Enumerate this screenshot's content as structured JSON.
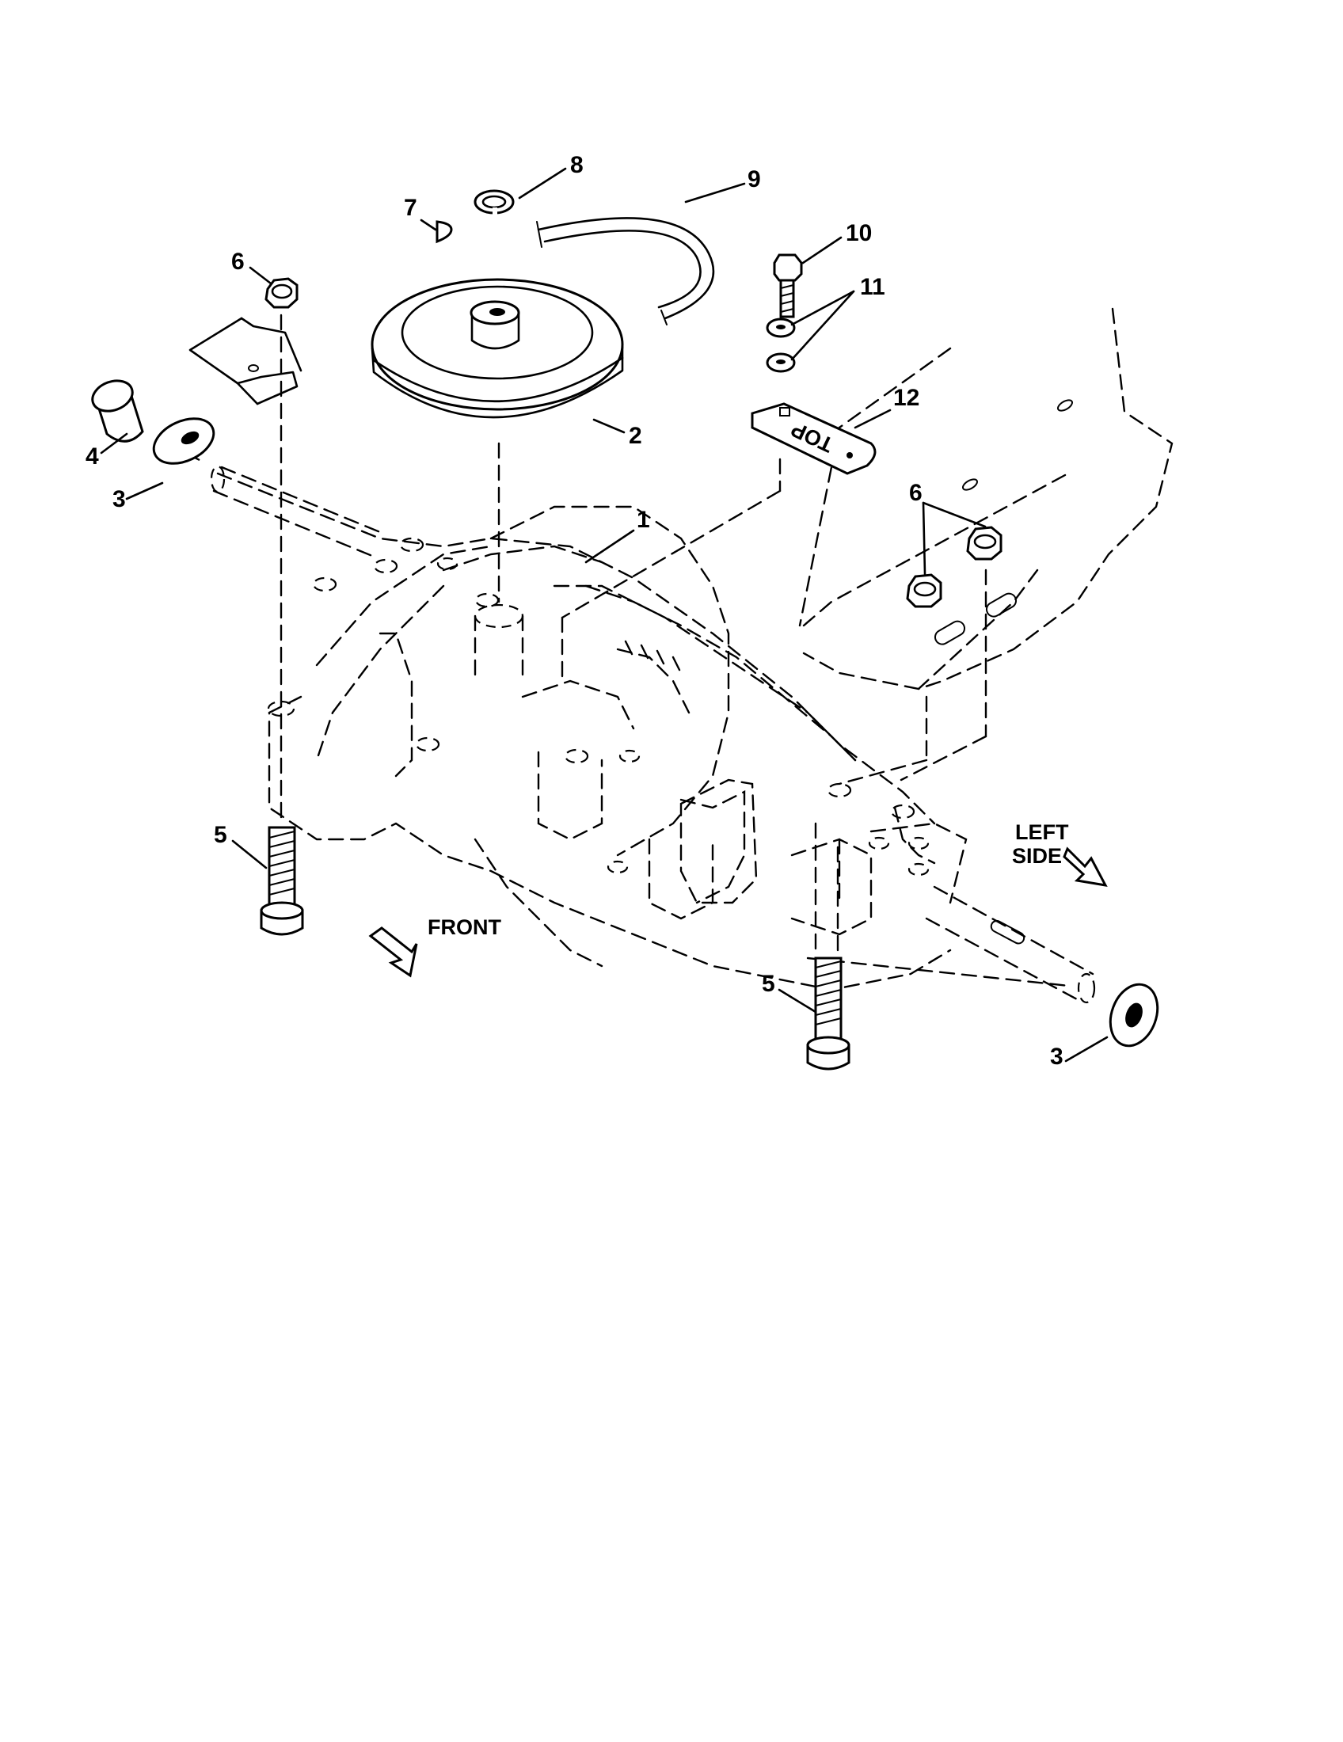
{
  "callouts": {
    "c1": "1",
    "c2": "2",
    "c3a": "3",
    "c3b": "3",
    "c4": "4",
    "c5a": "5",
    "c5b": "5",
    "c6a": "6",
    "c6b": "6",
    "c7": "7",
    "c8": "8",
    "c9": "9",
    "c10": "10",
    "c11": "11",
    "c12": "12"
  },
  "directions": {
    "front": "FRONT",
    "left_line1": "LEFT",
    "left_line2": "SIDE"
  },
  "plate_marking": "TOP"
}
